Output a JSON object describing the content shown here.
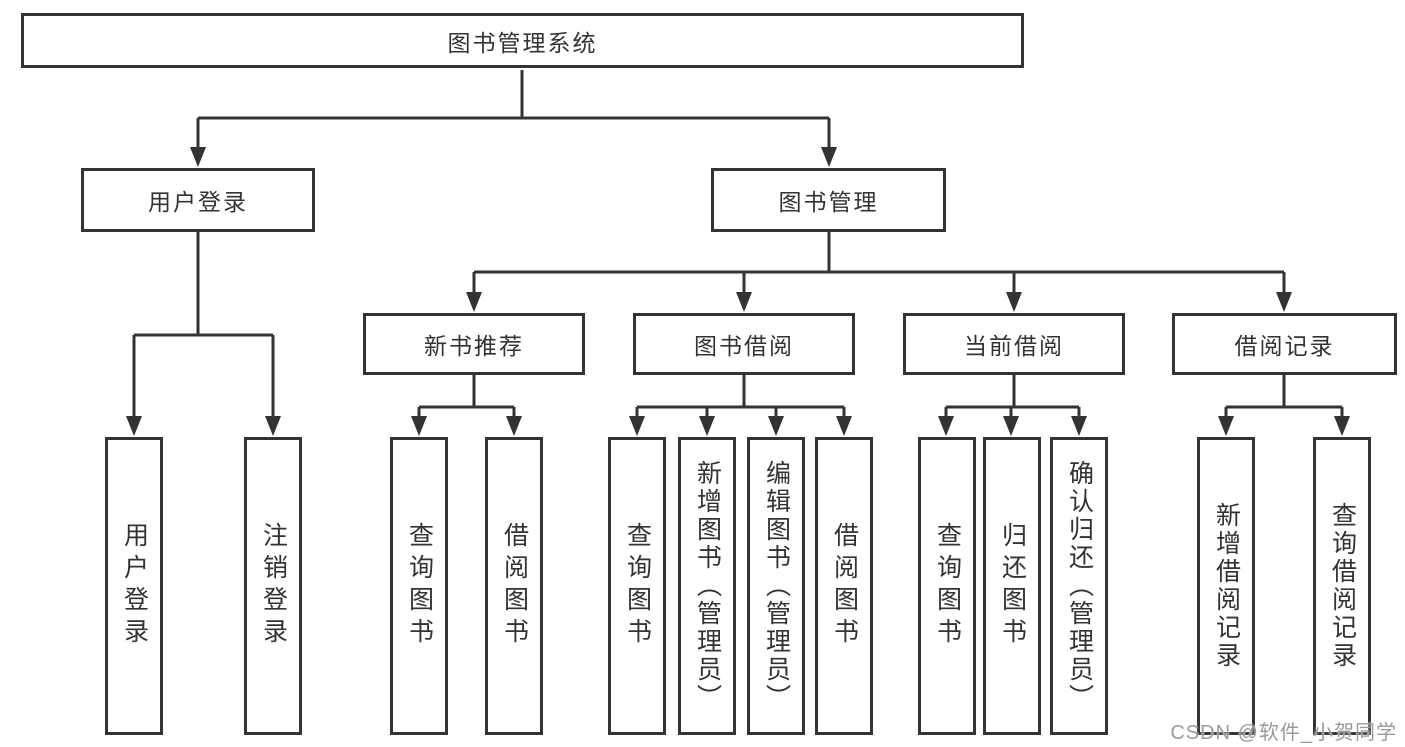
{
  "diagram": {
    "root": "图书管理系统",
    "level2": [
      "用户登录",
      "图书管理"
    ],
    "level3": [
      "新书推荐",
      "图书借阅",
      "当前借阅",
      "借阅记录"
    ],
    "leaves": [
      "用户登录",
      "注销登录",
      "查询图书",
      "借阅图书",
      "查询图书",
      "新增图书（管理员）",
      "编辑图书（管理员）",
      "借阅图书",
      "查询图书",
      "归还图书",
      "确认归还（管理员）",
      "新增借阅记录",
      "查询借阅记录"
    ]
  },
  "watermark": "CSDN @软件_小贺同学",
  "colors": {
    "line": "#333333",
    "text": "#333333",
    "watermark": "#9b9b9b",
    "background": "#ffffff"
  }
}
